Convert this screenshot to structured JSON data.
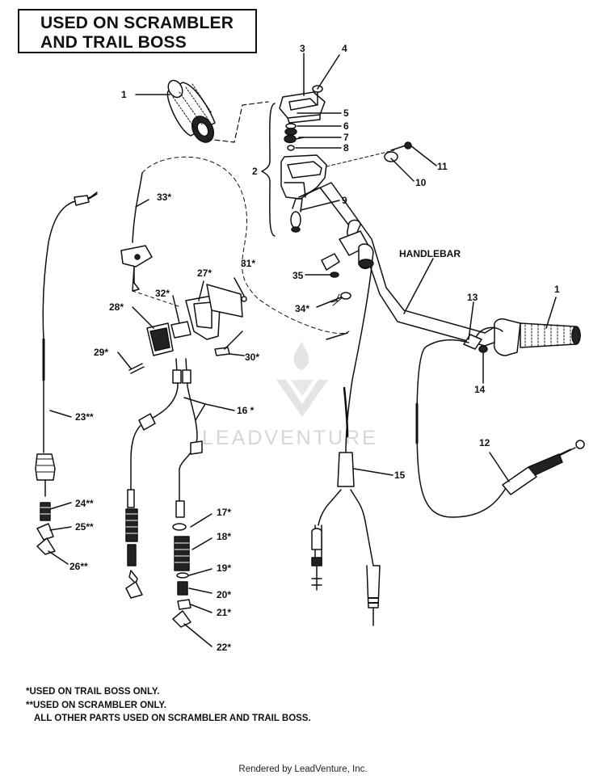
{
  "title": {
    "line1": "USED ON SCRAMBLER",
    "line2": "AND TRAIL BOSS"
  },
  "callouts": {
    "c1_left": "1",
    "c1_right": "1",
    "c2": "2",
    "c3": "3",
    "c4": "4",
    "c5": "5",
    "c6": "6",
    "c7": "7",
    "c8": "8",
    "c9": "9",
    "c10": "10",
    "c11": "11",
    "c12": "12",
    "c13": "13",
    "c14": "14",
    "c15": "15",
    "c16": "16 *",
    "c17": "17*",
    "c18": "18*",
    "c19": "19*",
    "c20": "20*",
    "c21": "21*",
    "c22": "22*",
    "c23": "23**",
    "c24": "24**",
    "c25": "25**",
    "c26": "26**",
    "c27": "27*",
    "c28": "28*",
    "c29": "29*",
    "c30": "30*",
    "c31": "31*",
    "c32": "32*",
    "c33": "33*",
    "c34": "34*",
    "c35": "35",
    "handlebar": "HANDLEBAR"
  },
  "notes": {
    "line1": "*USED ON TRAIL BOSS ONLY.",
    "line2": "**USED ON SCRAMBLER ONLY.",
    "line3": "ALL OTHER PARTS USED ON SCRAMBLER AND TRAIL BOSS."
  },
  "watermark": "LEADVENTURE",
  "footer": "Rendered by LeadVenture, Inc."
}
